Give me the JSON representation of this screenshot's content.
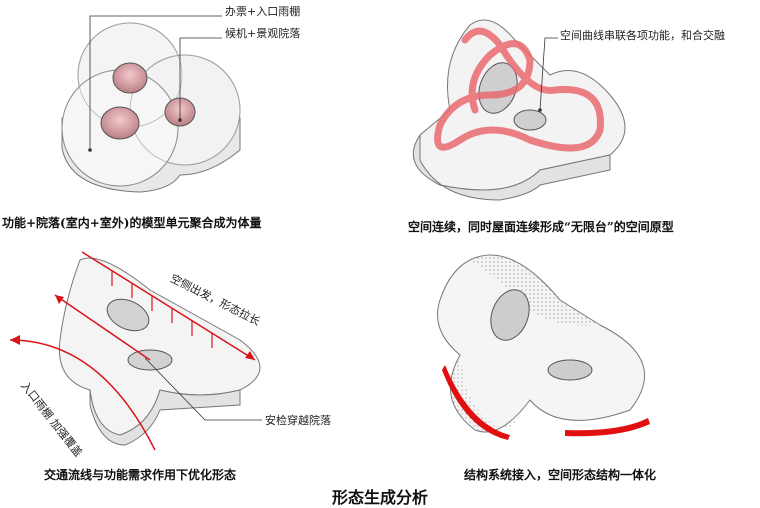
{
  "panel1": {
    "label_top": "办票+入口雨棚",
    "label_mid": "候机+景观院落",
    "caption": "功能+院落(室内+室外)的模型单元聚合成为体量"
  },
  "panel2": {
    "label": "空间曲线串联各项功能，和合交融",
    "caption": "空间连续，同时屋面连续形成“无限台”的空间原型",
    "colors": {
      "curve": "#e8686e"
    }
  },
  "panel3": {
    "label_rot1": "空侧出发，形态拉长",
    "label_rot2": "入口雨棚 加强覆盖",
    "label_bottom": "安检穿越院落",
    "caption": "交通流线与功能需求作用下优化形态",
    "colors": {
      "arrow": "#d9141a"
    }
  },
  "panel4": {
    "caption": "结构系统接入，空间形态结构一体化",
    "colors": {
      "accent": "#e01010"
    }
  },
  "title": "形态生成分析"
}
